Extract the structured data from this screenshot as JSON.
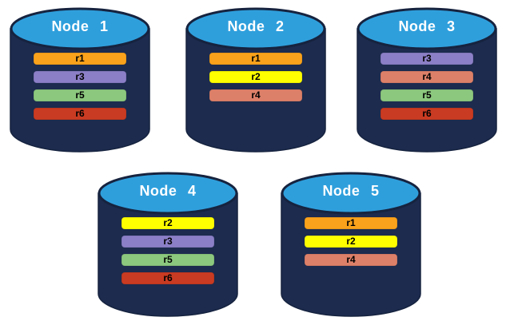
{
  "diagram": {
    "type": "database-replica-distribution",
    "palette": {
      "background": "#FFFFFF",
      "cylinder_body": "#1C2B4E",
      "cylinder_top": "#2F9FDC",
      "cylinder_outline": "#16233F",
      "title_text": "#FFFFFF",
      "bar_text": "#000000"
    },
    "replica_colors": {
      "r1": "#FAA21B",
      "r2": "#FFFF00",
      "r3": "#8B7FC7",
      "r4": "#DD8069",
      "r5": "#8CC87E",
      "r6": "#C93B22"
    },
    "nodes": [
      {
        "title": "Node 1",
        "replicas": [
          "r1",
          "r3",
          "r5",
          "r6"
        ]
      },
      {
        "title": "Node 2",
        "replicas": [
          "r1",
          "r2",
          "r4"
        ]
      },
      {
        "title": "Node 3",
        "replicas": [
          "r3",
          "r4",
          "r5",
          "r6"
        ]
      },
      {
        "title": "Node 4",
        "replicas": [
          "r2",
          "r3",
          "r5",
          "r6"
        ]
      },
      {
        "title": "Node 5",
        "replicas": [
          "r1",
          "r2",
          "r4"
        ]
      }
    ]
  }
}
